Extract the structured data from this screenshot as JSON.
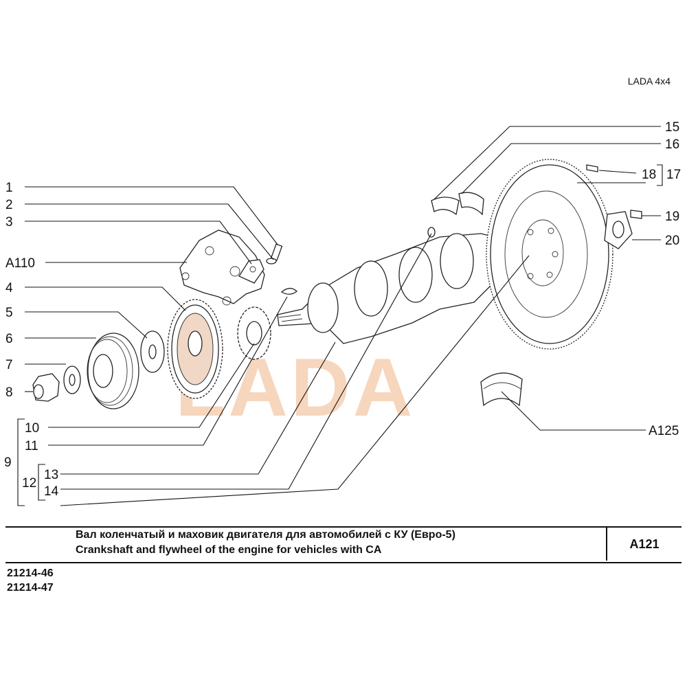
{
  "header": {
    "model": "LADA 4x4"
  },
  "watermark": {
    "text": "LADA",
    "color": "#f3c9a8"
  },
  "callouts": {
    "c1": "1",
    "c2": "2",
    "c3": "3",
    "a110": "A110",
    "c4": "4",
    "c5": "5",
    "c6": "6",
    "c7": "7",
    "c8": "8",
    "c9": "9",
    "c10": "10",
    "c11": "11",
    "c12": "12",
    "c13": "13",
    "c14": "14",
    "c15": "15",
    "c16": "16",
    "c17": "17",
    "c18": "18",
    "c19": "19",
    "c20": "20",
    "a125": "A125"
  },
  "title": {
    "ru": "Вал коленчатый и маховик двигателя для автомобилей с КУ (Евро-5)",
    "en": "Crankshaft and flywheel of the engine for vehicles with CA",
    "code": "A121"
  },
  "models": [
    "21214-46",
    "21214-47"
  ]
}
